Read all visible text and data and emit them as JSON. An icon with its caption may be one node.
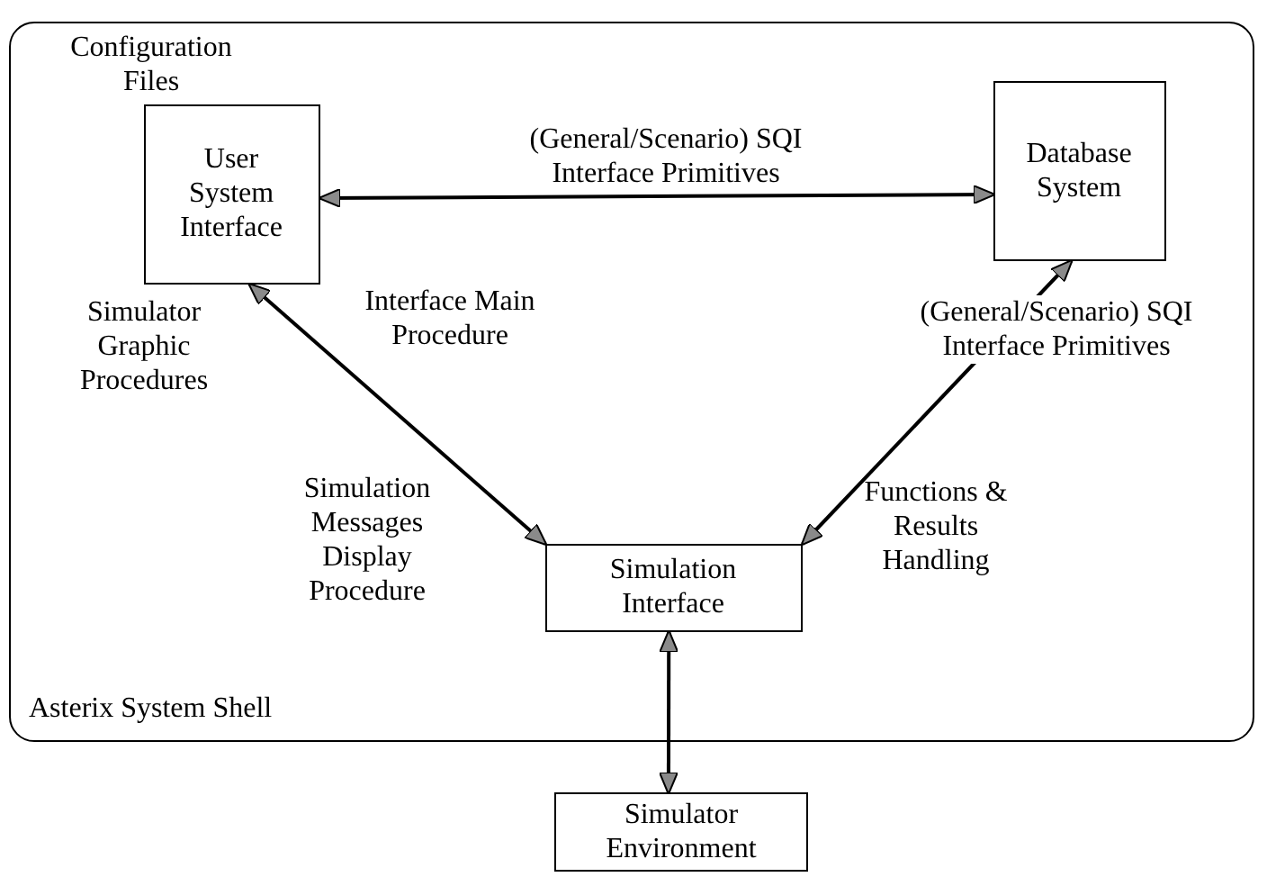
{
  "diagram": {
    "nodes": [
      {
        "text": [
          "Asterix System Shell"
        ]
      },
      {
        "text": [
          "User System Interface"
        ],
        "in": 0
      },
      {
        "text": [
          "Database System"
        ],
        "in": 0
      },
      {
        "text": [
          "Simulation Interface"
        ],
        "in": 0
      },
      {
        "text": [
          "Simulator Environment"
        ]
      }
    ],
    "edges": [
      {
        "from": 1,
        "to": 2,
        "arrow": "both",
        "label": "(General/Scenario) SQI Interface Primitives"
      },
      {
        "from": 1,
        "to": 3,
        "arrow": "both"
      },
      {
        "from": 2,
        "to": 3,
        "arrow": "both",
        "label": "(General/Scenario) SQI Interface Primitives"
      },
      {
        "from": 3,
        "to": 4,
        "arrow": "both"
      }
    ],
    "labels": [
      "Configuration Files",
      "Simulator Graphic Procedures",
      "Interface Main Procedure",
      "Simulation Messages Display Procedure",
      "Functions & Results Handling"
    ]
  }
}
